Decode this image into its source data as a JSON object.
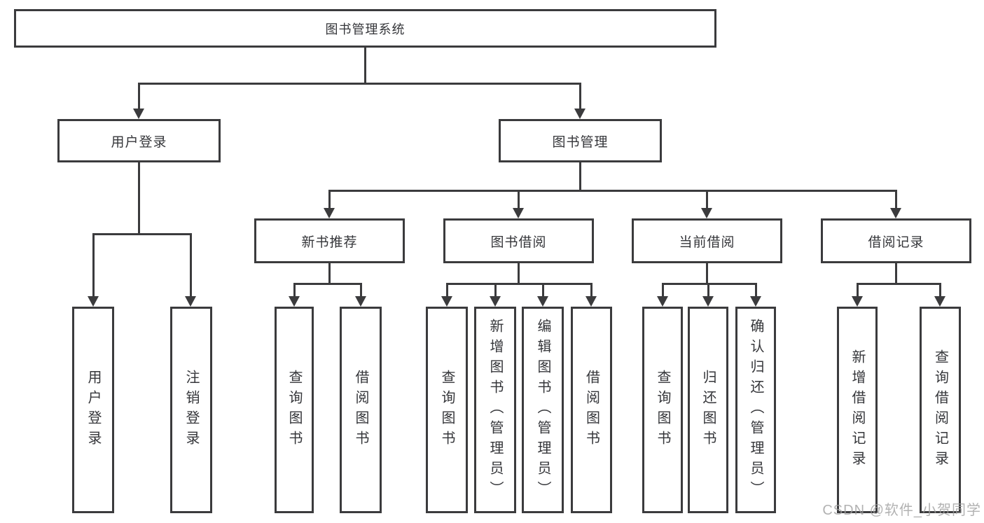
{
  "diagram": {
    "root": {
      "label": "图书管理系统"
    },
    "level2": [
      {
        "label": "用户登录"
      },
      {
        "label": "图书管理"
      }
    ],
    "level3": [
      {
        "label": "新书推荐",
        "parent": "图书管理"
      },
      {
        "label": "图书借阅",
        "parent": "图书管理"
      },
      {
        "label": "当前借阅",
        "parent": "图书管理"
      },
      {
        "label": "借阅记录",
        "parent": "图书管理"
      }
    ],
    "leaves": [
      {
        "label": "用户登录",
        "parent": "用户登录"
      },
      {
        "label": "注销登录",
        "parent": "用户登录"
      },
      {
        "label": "查询图书",
        "parent": "新书推荐"
      },
      {
        "label": "借阅图书",
        "parent": "新书推荐"
      },
      {
        "label": "查询图书",
        "parent": "图书借阅"
      },
      {
        "label": "新增图书（管理员）",
        "parent": "图书借阅"
      },
      {
        "label": "编辑图书（管理员）",
        "parent": "图书借阅"
      },
      {
        "label": "借阅图书",
        "parent": "图书借阅"
      },
      {
        "label": "查询图书",
        "parent": "当前借阅"
      },
      {
        "label": "归还图书",
        "parent": "当前借阅"
      },
      {
        "label": "确认归还（管理员）",
        "parent": "当前借阅"
      },
      {
        "label": "新增借阅记录",
        "parent": "借阅记录"
      },
      {
        "label": "查询借阅记录",
        "parent": "借阅记录"
      }
    ],
    "watermark": "CSDN @软件_小贺同学",
    "colors": {
      "line": "#3b3b3d",
      "text": "#35363a",
      "watermark": "#9f9f9f",
      "background": "#ffffff"
    }
  }
}
